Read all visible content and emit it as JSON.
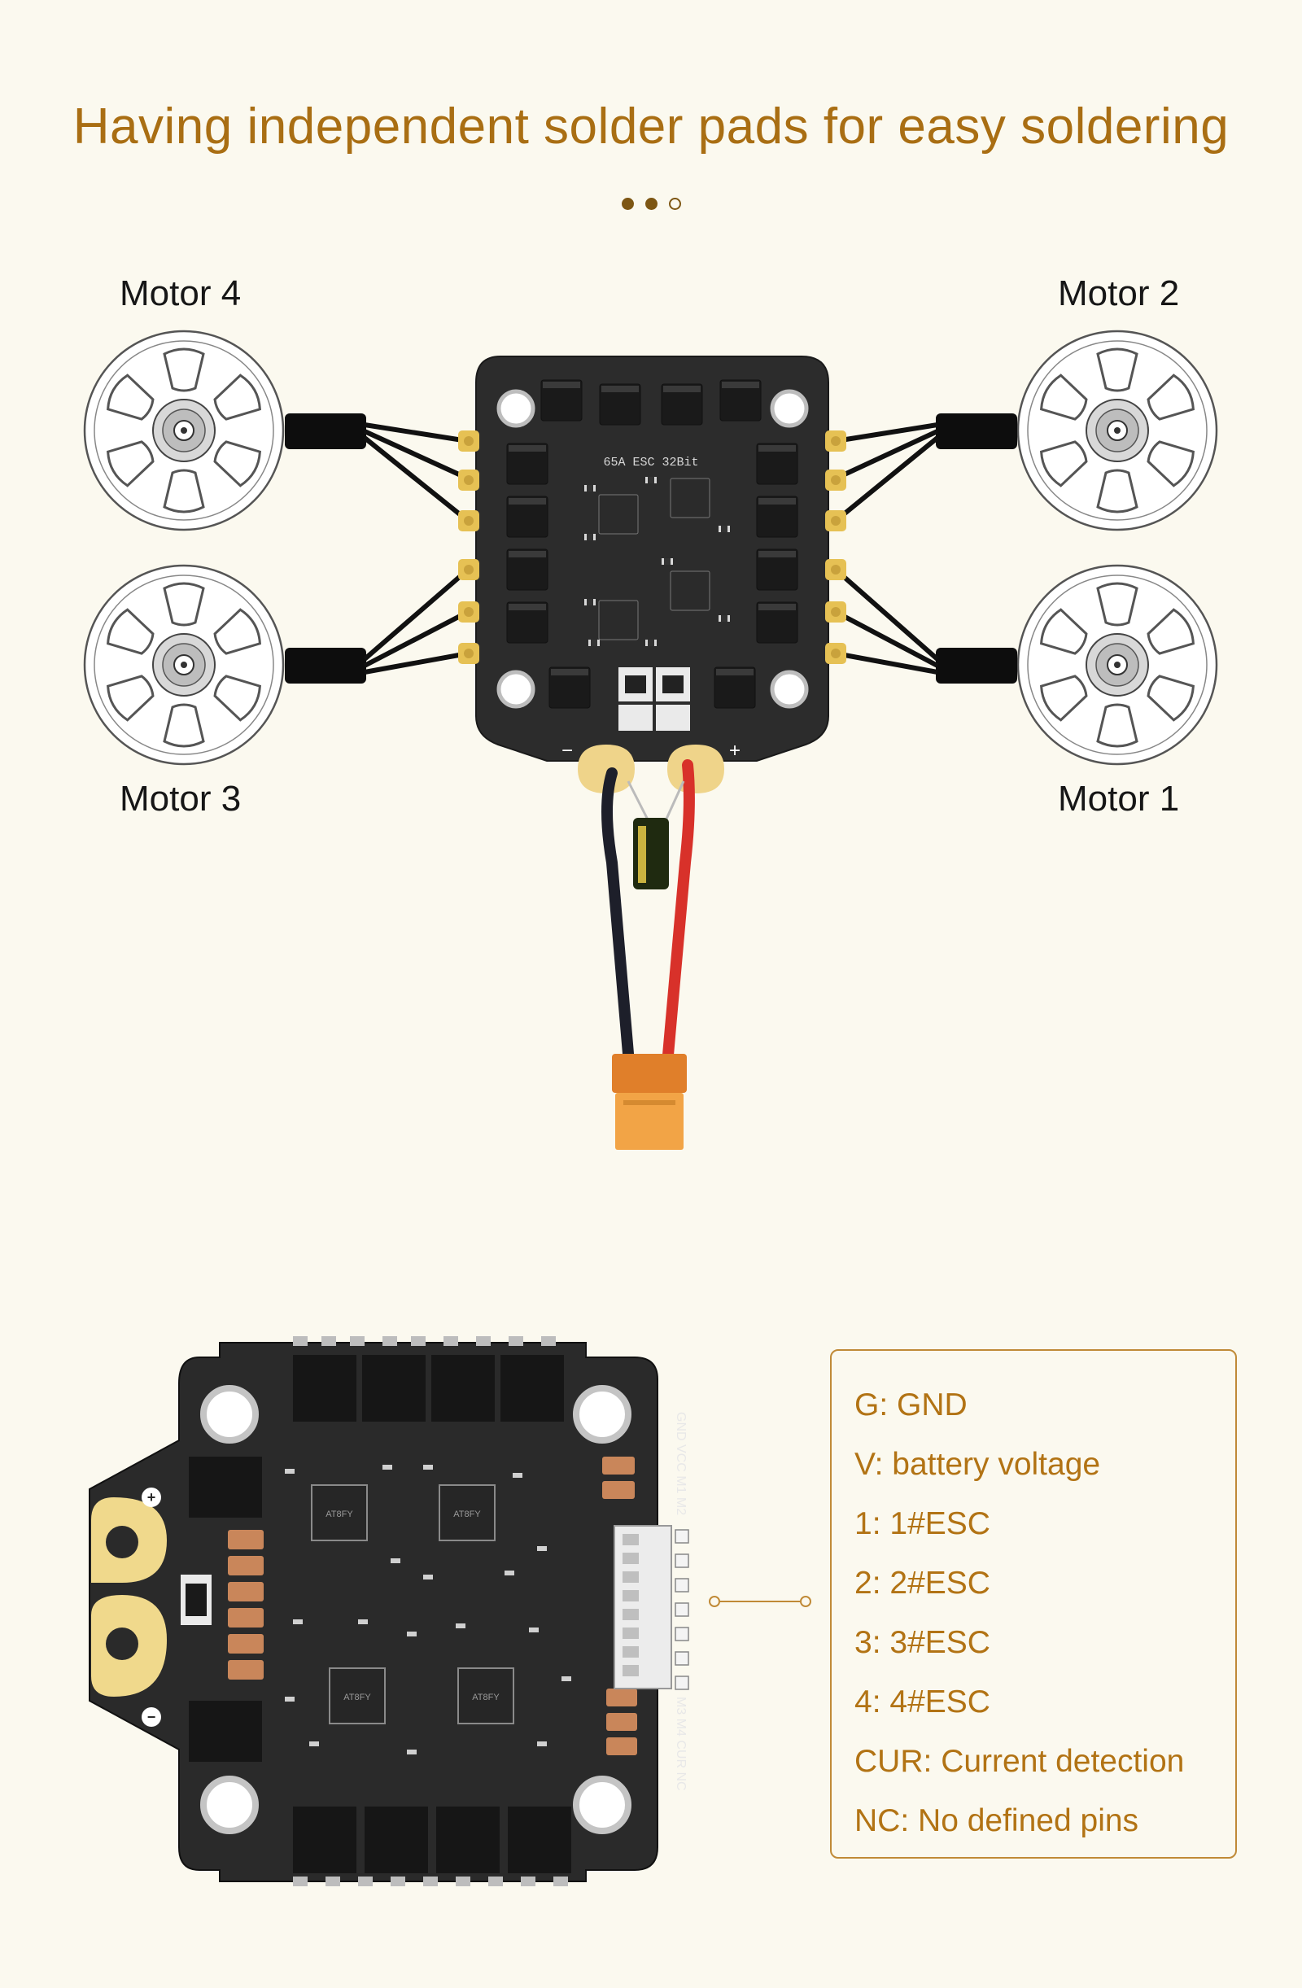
{
  "title": "Having independent solder pads for easy soldering",
  "carousel": {
    "dots": [
      "filled",
      "filled",
      "empty"
    ]
  },
  "motors": {
    "motor4": "Motor 4",
    "motor2": "Motor 2",
    "motor3": "Motor 3",
    "motor1": "Motor 1"
  },
  "board_top": {
    "silkscreen": "65A ESC 32Bit",
    "plus": "+",
    "minus": "−"
  },
  "board_bottom": {
    "pin_header_top": "GND VCC M1 M2",
    "pin_header_bottom": "M3 M4 CUR NC",
    "chip_text": "AT8FY",
    "plus": "+",
    "minus": "−"
  },
  "legend": {
    "items": [
      {
        "key": "G",
        "sep": ":",
        "desc": "GND"
      },
      {
        "key": "V",
        "sep": ":",
        "desc": "battery voltage"
      },
      {
        "key": "1",
        "sep": ":",
        "desc": "1#ESC"
      },
      {
        "key": "2",
        "sep": ":",
        "desc": "2#ESC"
      },
      {
        "key": "3",
        "sep": ":",
        "desc": "3#ESC"
      },
      {
        "key": "4",
        "sep": ":",
        "desc": "4#ESC"
      },
      {
        "key": "CUR",
        "sep": ":",
        "desc": "Current detection"
      },
      {
        "key": "NC",
        "sep": ":",
        "desc": "No defined pins"
      }
    ]
  },
  "colors": {
    "title": "#a96e13",
    "legend_text": "#b27314",
    "legend_border": "#c08a37",
    "background": "#fbf9ef",
    "pcb": "#2a2a2a",
    "gold_pad": "#e9c75a",
    "red_wire": "#d8312a",
    "connector": "#f0a040"
  }
}
